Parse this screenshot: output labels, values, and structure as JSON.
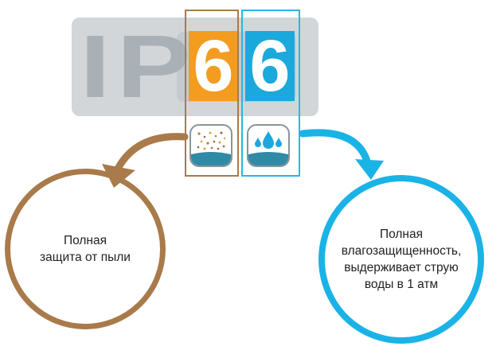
{
  "badge": {
    "letters": "IP",
    "digit_first": "6",
    "digit_second": "6",
    "colors": {
      "orange": "#f39c1f",
      "blue": "#1ba8dd",
      "brown": "#a97a4a",
      "plate": "#d2d6d9"
    }
  },
  "icons": {
    "dust": "dust-particles-icon",
    "water": "water-drops-icon"
  },
  "dust_circle": {
    "line1": "Полная",
    "line2": "защита от пыли"
  },
  "water_circle": {
    "line1": "Полная",
    "line2": "влагозащищенность,",
    "line3": "выдерживает струю",
    "line4": "воды в 1 атм"
  }
}
